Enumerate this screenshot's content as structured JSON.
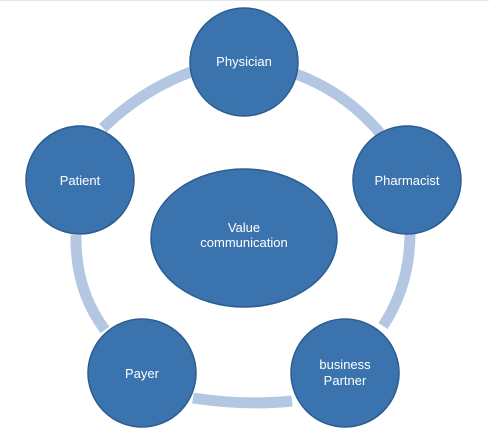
{
  "diagram": {
    "center": {
      "lines": [
        "Value",
        "communication"
      ]
    },
    "nodes": [
      {
        "id": "physician",
        "lines": [
          "Physician"
        ]
      },
      {
        "id": "pharmacist",
        "lines": [
          "Pharmacist"
        ]
      },
      {
        "id": "business-partner",
        "lines": [
          "business",
          "Partner"
        ]
      },
      {
        "id": "payer",
        "lines": [
          "Payer"
        ]
      },
      {
        "id": "patient",
        "lines": [
          "Patient"
        ]
      }
    ],
    "colors": {
      "node_fill": "#3a73ae",
      "node_stroke": "#2c5d91",
      "ring": "#b3c7e2",
      "text": "#ffffff"
    }
  }
}
